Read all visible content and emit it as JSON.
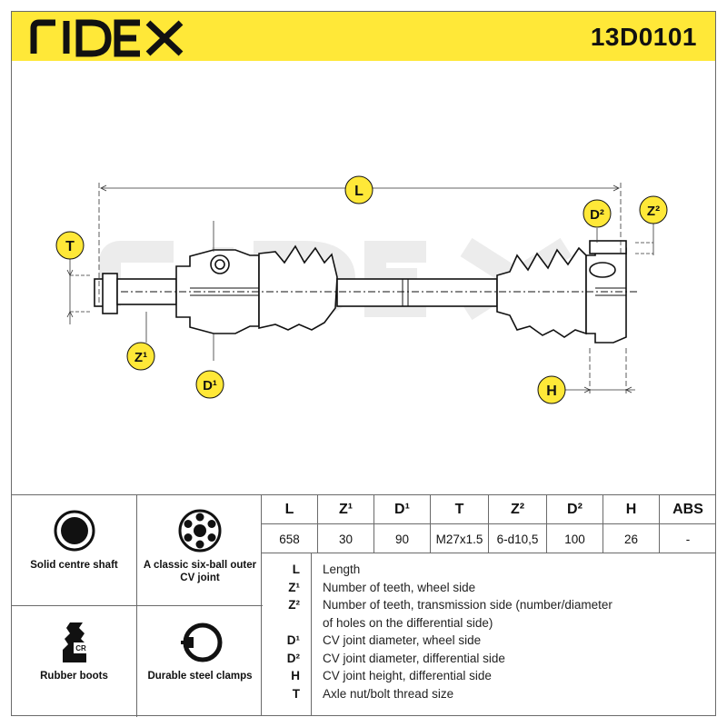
{
  "brand": "RIDEX",
  "part_number": "13D0101",
  "callouts": {
    "L": "L",
    "T": "T",
    "Z1": "Z¹",
    "D1": "D¹",
    "D2": "D²",
    "Z2": "Z²",
    "H": "H"
  },
  "features": [
    {
      "icon": "solid-shaft-icon",
      "label": "Solid centre shaft"
    },
    {
      "icon": "six-ball-joint-icon",
      "label": "A classic six-ball outer CV joint"
    },
    {
      "icon": "rubber-boot-icon",
      "label": "Rubber boots",
      "icon_text": "CR"
    },
    {
      "icon": "steel-clamp-icon",
      "label": "Durable steel clamps"
    }
  ],
  "specs": {
    "headers": [
      "L",
      "Z¹",
      "D¹",
      "T",
      "Z²",
      "D²",
      "H",
      "ABS"
    ],
    "values": [
      "658",
      "30",
      "90",
      "M27x1.5",
      "6-d10,5",
      "100",
      "26",
      "-"
    ]
  },
  "legend": [
    {
      "symbol": "L",
      "text": "Length"
    },
    {
      "symbol": "Z¹",
      "text": "Number of teeth, wheel side"
    },
    {
      "symbol": "Z²",
      "text": "Number of teeth, transmission side (number/diameter"
    },
    {
      "symbol": "",
      "text": "of holes on the differential side)"
    },
    {
      "symbol": "D¹",
      "text": "CV joint diameter, wheel side"
    },
    {
      "symbol": "D²",
      "text": "CV joint diameter, differential side"
    },
    {
      "symbol": "H",
      "text": "CV joint height, differential side"
    },
    {
      "symbol": "T",
      "text": "Axle nut/bolt thread size"
    }
  ],
  "colors": {
    "header_bg": "#ffe838",
    "badge_bg": "#ffe838",
    "line": "#111111",
    "border": "#6a6a6a"
  }
}
